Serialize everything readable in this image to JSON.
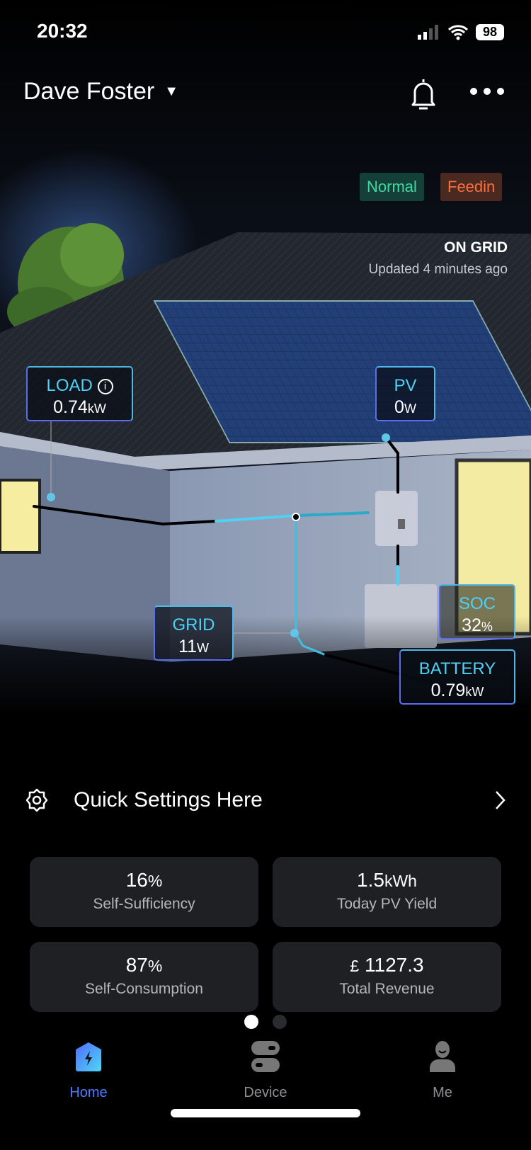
{
  "status_bar": {
    "time": "20:32",
    "battery": "98"
  },
  "header": {
    "user_name": "Dave Foster"
  },
  "badges": {
    "normal": "Normal",
    "feedin": "Feedin"
  },
  "grid_status": {
    "title": "ON GRID",
    "updated": "Updated 4 minutes ago"
  },
  "nodes": {
    "load": {
      "label": "LOAD",
      "value": "0.74",
      "unit": "kW"
    },
    "pv": {
      "label": "PV",
      "value": "0",
      "unit": "W"
    },
    "grid": {
      "label": "GRID",
      "value": "11",
      "unit": "W"
    },
    "soc": {
      "label": "SOC",
      "value": "32",
      "unit": "%"
    },
    "battery": {
      "label": "BATTERY",
      "value": "0.79",
      "unit": "kW"
    }
  },
  "quick_settings": {
    "label": "Quick Settings Here"
  },
  "stats": [
    {
      "value": "16",
      "unit": "%",
      "label": "Self-Sufficiency"
    },
    {
      "value": "1.5",
      "unit": "kWh",
      "label": "Today PV Yield"
    },
    {
      "value": "87",
      "unit": "%",
      "label": "Self-Consumption"
    },
    {
      "prefix": "£",
      "value": "1127.3",
      "label": "Total Revenue"
    }
  ],
  "pager": {
    "pages": 2,
    "active": 1
  },
  "tabs": [
    {
      "label": "Home"
    },
    {
      "label": "Device"
    },
    {
      "label": "Me"
    }
  ],
  "colors": {
    "accent": "#4f7cff",
    "cyan": "#4fd0f5",
    "normal": "#3ddc9e",
    "feedin": "#ff6f3c"
  }
}
